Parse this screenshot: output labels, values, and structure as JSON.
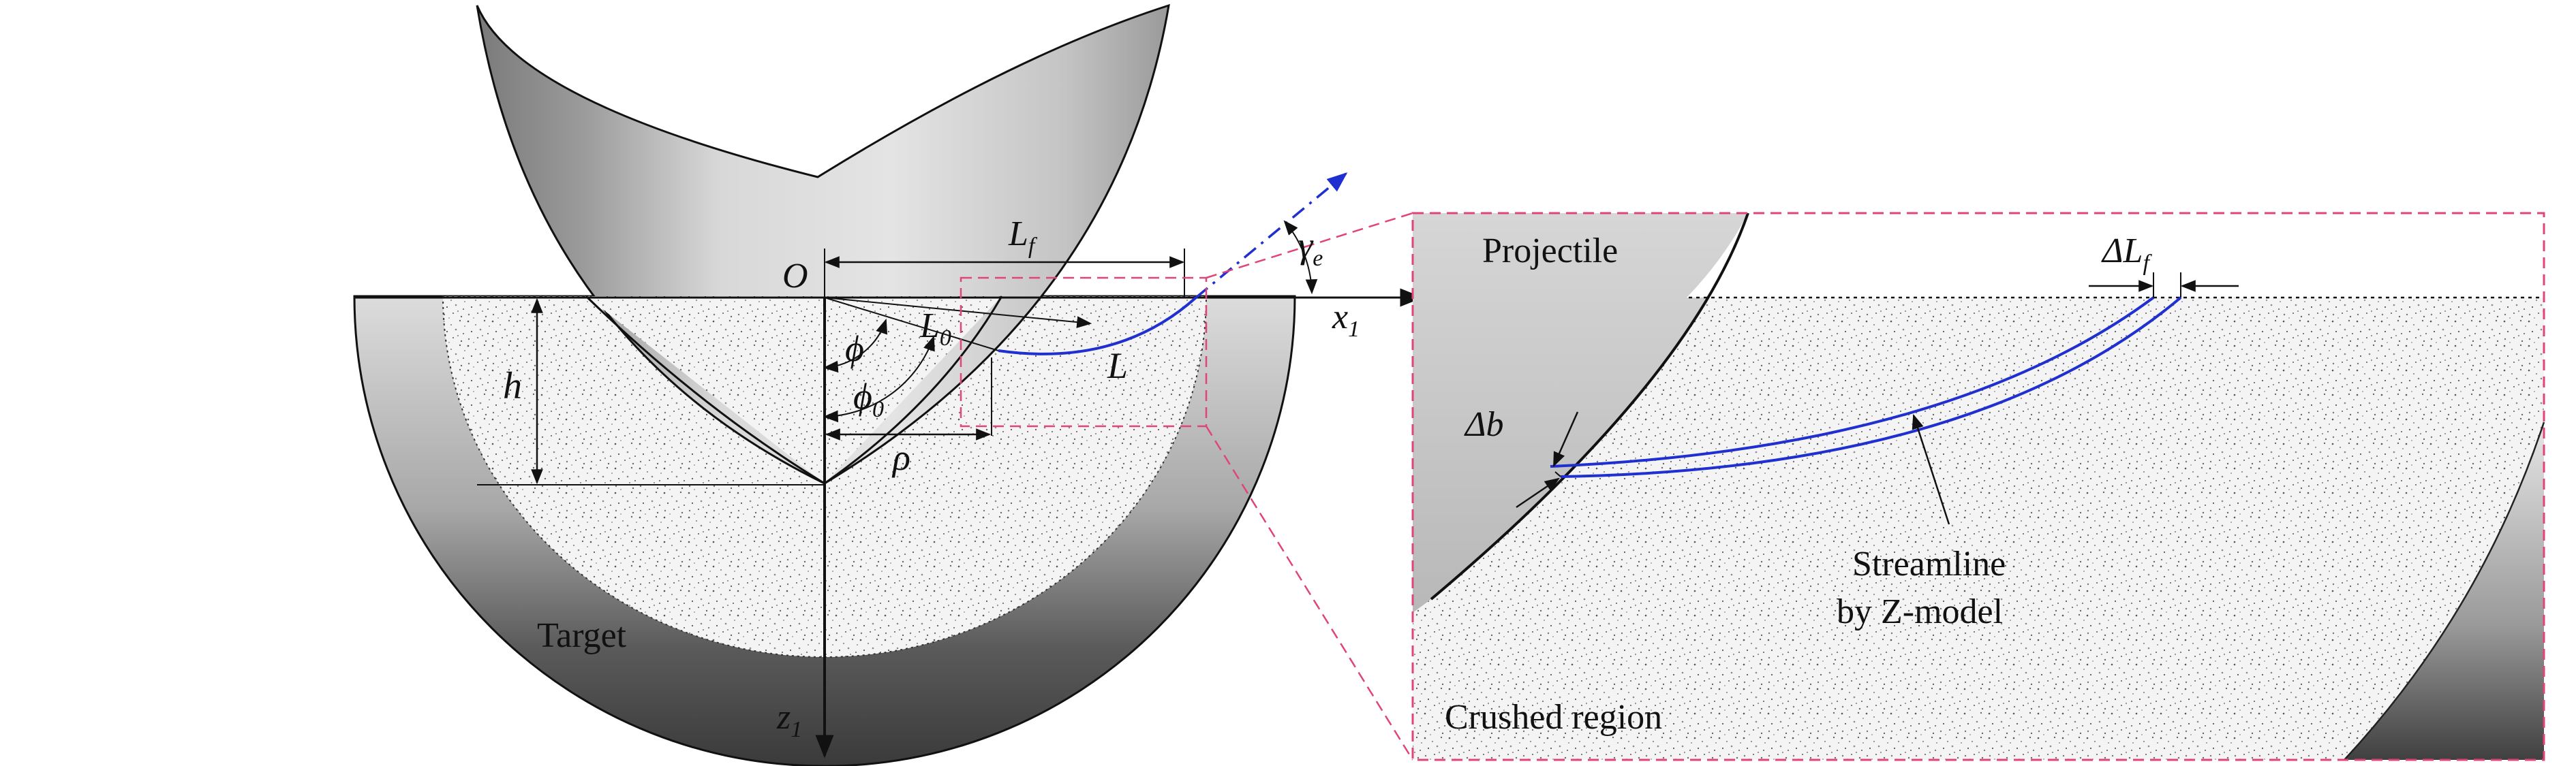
{
  "labels": {
    "origin": "O",
    "lf": "L",
    "lf_sub": "f",
    "gamma": "γ",
    "gamma_sub": "e",
    "x_axis": "x",
    "x_sub": "1",
    "z_axis": "z",
    "z_sub": "1",
    "h": "h",
    "phi": "ϕ",
    "phi0": "ϕ",
    "phi0_sub": "0",
    "l0": "L",
    "l0_sub": "0",
    "l": "L",
    "rho": "ρ",
    "target": "Target",
    "projectile": "Projectile",
    "delta_lf": "ΔL",
    "delta_lf_sub": "f",
    "delta_b": "Δb",
    "streamline_1": "Streamline",
    "streamline_2": "by Z-model",
    "crushed": "Crushed region"
  },
  "colors": {
    "streamline": "#1f2fd0",
    "callout": "#e0457a",
    "outline": "#111111"
  }
}
